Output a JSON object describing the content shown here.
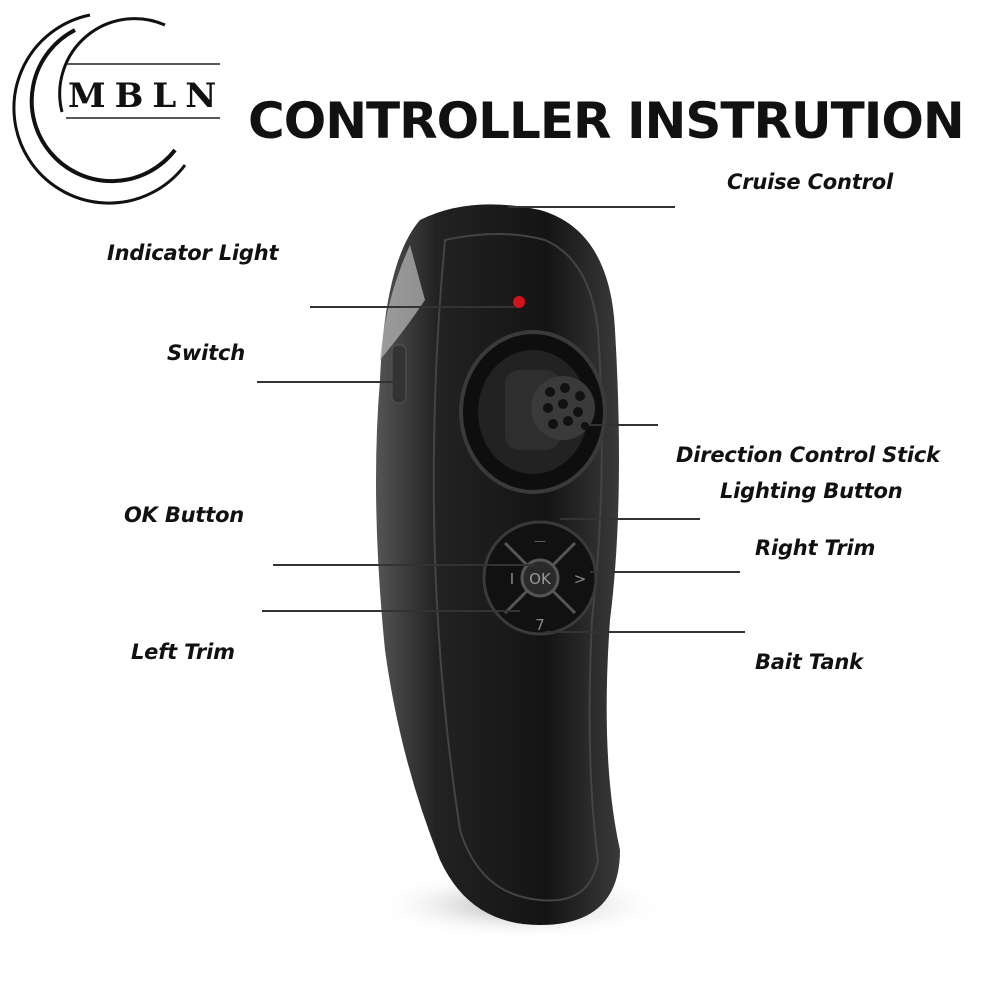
{
  "logo": {
    "text": "MBLN"
  },
  "title": "CONTROLLER INSTRUTION",
  "labels": {
    "cruise_control": "Cruise Control",
    "indicator_light": "Indicator Light",
    "switch": "Switch",
    "direction_stick": "Direction Control Stick",
    "lighting_button": "Lighting Button",
    "ok_button": "OK Button",
    "right_trim": "Right Trim",
    "left_trim": "Left Trim",
    "bait_tank": "Bait Tank"
  },
  "button_glyphs": {
    "ok": "OK",
    "left": "I",
    "right": ">",
    "down": "7",
    "up": "—"
  },
  "colors": {
    "indicator": "#d0141a",
    "body": "#1a1a1a",
    "line": "#333333"
  }
}
